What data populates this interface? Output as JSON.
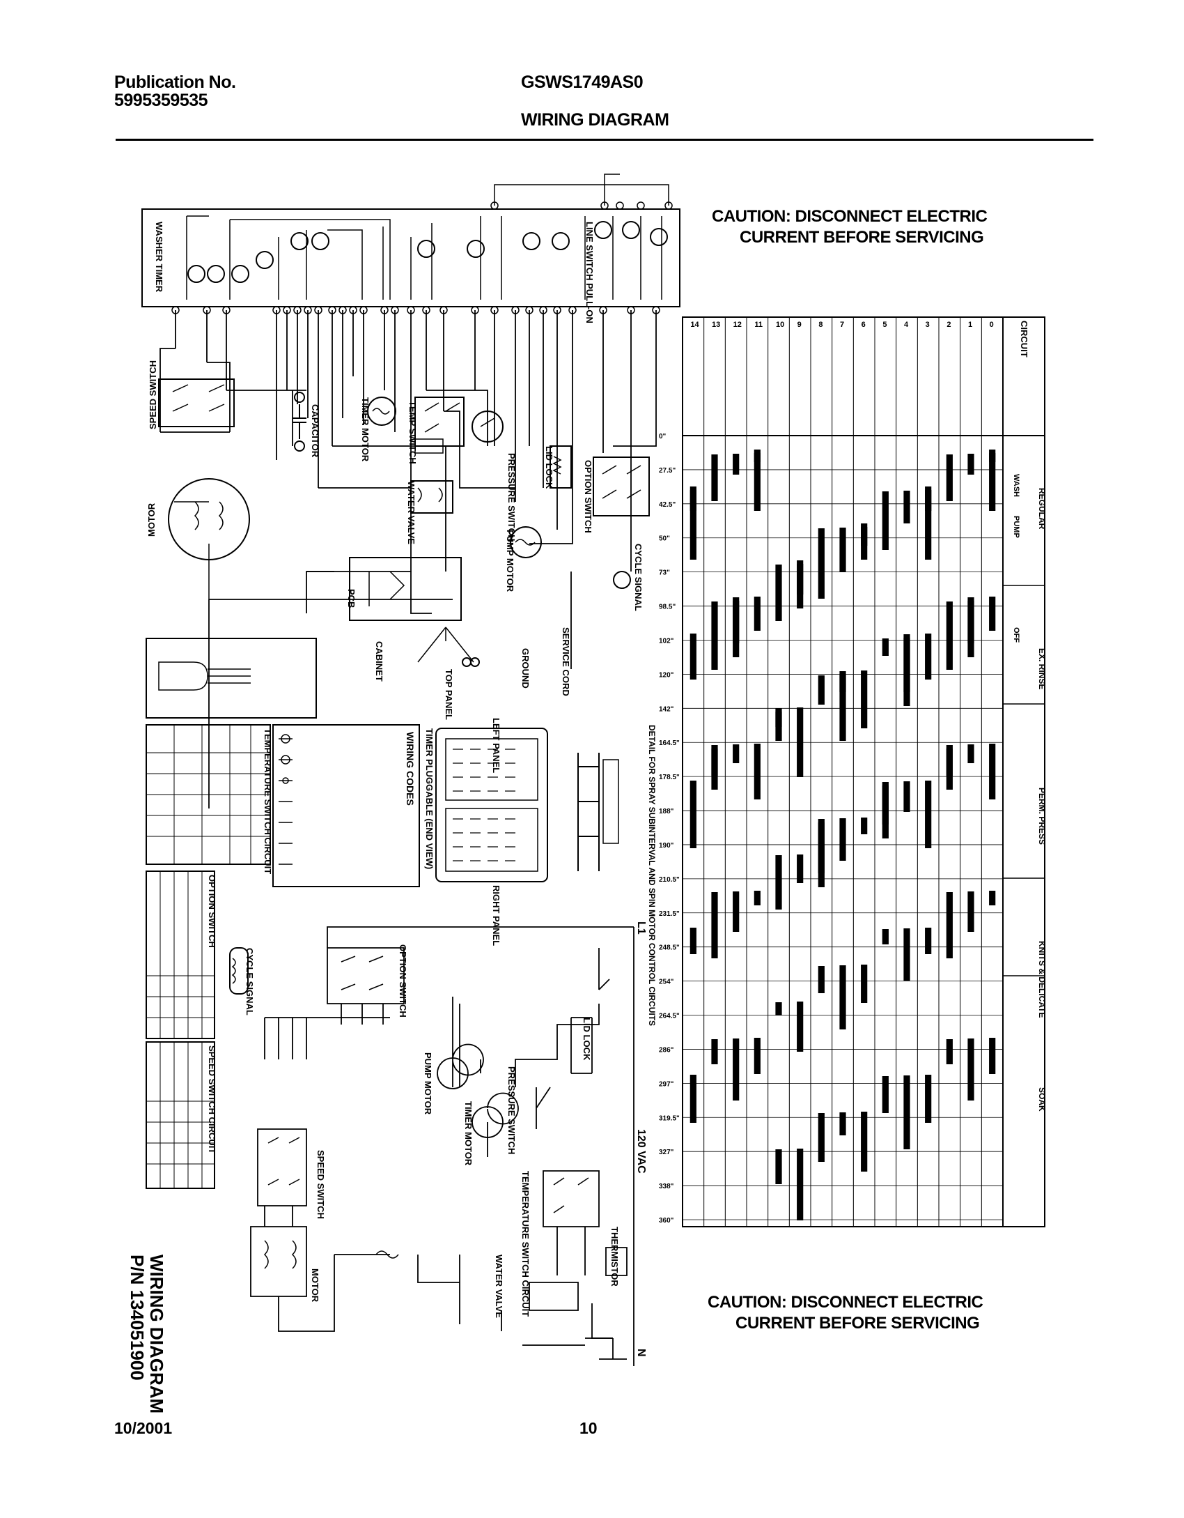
{
  "header": {
    "publication_label": "Publication No.",
    "publication_number": "5995359535",
    "model": "GSWS1749AS0",
    "title": "WIRING DIAGRAM"
  },
  "cautions": {
    "top_line1": "CAUTION: DISCONNECT ELECTRIC",
    "top_line2": "CURRENT BEFORE SERVICING",
    "bottom_line1": "CAUTION: DISCONNECT ELECTRIC",
    "bottom_line2": "CURRENT BEFORE SERVICING"
  },
  "labels": {
    "timer_box": "WASHER TIMER",
    "line_switch": "LINE SWITCH PULL-ON",
    "speed_switch": "SPEED SWITCH",
    "motor": "MOTOR",
    "capacitor": "CAPACITOR",
    "timer_motor": "TIMER MOTOR",
    "temp_switch": "TEMP SWITCH",
    "pressure_switch": "PRESSURE SWITCH",
    "pump_motor": "PUMP MOTOR",
    "water_valve": "WATER VALVE",
    "lid_lock": "LID LOCK",
    "option_switch": "OPTION SWITCH",
    "cycle_signal": "CYCLE SIGNAL",
    "thermistor": "THERMISTOR",
    "pcb": "PCB",
    "wiring_codes": "WIRING CODES",
    "timer_pluggable": "TIMER PLUGGABLE (END VIEW)",
    "left_panel": "LEFT PANEL",
    "right_panel": "RIGHT PANEL",
    "volts_120": "120 VAC",
    "l1": "L1",
    "n": "N",
    "service_cord": "SERVICE CORD",
    "cabinet": "CABINET",
    "top_panel": "TOP PANEL",
    "ground": "GROUND",
    "temperature_switch_circuit": "TEMPERATURE SWITCH CIRCUIT",
    "option_switch_circuit": "OPTION SWITCH",
    "speed_switch_circuit": "SPEED SWITCH CIRCUIT",
    "spray_detail": "DETAIL FOR SPRAY SUBINTERVAL AND SPIN MOTOR CONTROL CIRCUITS",
    "bottom_title_line1": "WIRING DIAGRAM",
    "bottom_title_line2": "P/N 134051900",
    "regular": "REGULAR",
    "perm_press": "PERM. PRESS",
    "knits_delicate": "KNITS & DELICATE",
    "ex_rinse": "EX. RINSE",
    "soak": "SOAK",
    "circuit": "CIRCUIT",
    "wash": "WASH",
    "pump": "PUMP",
    "off": "OFF"
  },
  "sequence_chart": {
    "circuit_numbers": [
      "0",
      "1",
      "2",
      "3",
      "4",
      "5",
      "6",
      "7",
      "8",
      "9",
      "10",
      "11",
      "12",
      "13",
      "14"
    ],
    "time_marks": [
      "0\"",
      "27.5\"",
      "42.5\"",
      "50\"",
      "73\"",
      "98.5\"",
      "102\"",
      "120\"",
      "142\"",
      "164.5\"",
      "178.5\"",
      "188\"",
      "190\"",
      "210.5\"",
      "231.5\"",
      "248.5\"",
      "254\"",
      "264.5\"",
      "286\"",
      "297\"",
      "319.5\"",
      "327\"",
      "338\"",
      "360\""
    ]
  },
  "footer": {
    "date": "10/2001",
    "page": "10"
  }
}
